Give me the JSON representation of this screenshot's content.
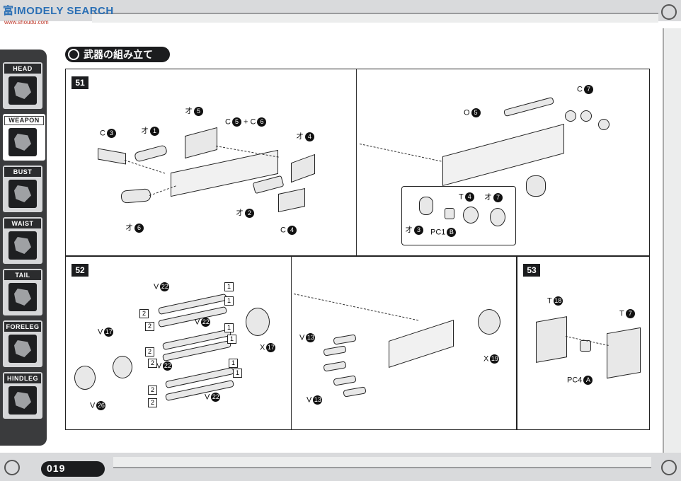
{
  "watermark": {
    "title": "富IMODELY SEARCH",
    "sub": "www.shoudu.com"
  },
  "sidebar": {
    "items": [
      {
        "label": "HEAD",
        "icon": "head-icon"
      },
      {
        "label": "WEAPON",
        "icon": "weapon-icon",
        "active": true
      },
      {
        "label": "BUST",
        "icon": "bust-icon"
      },
      {
        "label": "WAIST",
        "icon": "waist-icon"
      },
      {
        "label": "TAIL",
        "icon": "tail-icon"
      },
      {
        "label": "FORELEG",
        "icon": "foreleg-icon"
      },
      {
        "label": "HINDLEG",
        "icon": "hindleg-icon"
      }
    ]
  },
  "section_title": "武器の組み立て",
  "page_number": "019",
  "steps": {
    "s51": {
      "num": "51",
      "labels": {
        "c3": "C",
        "c3n": "3",
        "o1": "オ",
        "o1n": "1",
        "o5": "オ",
        "o5n": "5",
        "c5c6a": "C",
        "c5c6an": "5",
        "plus": "+",
        "c5c6b": "C",
        "c5c6bn": "6",
        "o4": "オ",
        "o4n": "4",
        "o6": "オ",
        "o6n": "6",
        "o2": "オ",
        "o2n": "2",
        "c4": "C",
        "c4n": "4",
        "rc7": "C",
        "rc7n": "7",
        "ro5": "O",
        "ro5n": "5",
        "t4": "T",
        "t4n": "4",
        "o7": "オ",
        "o7n": "7",
        "o3": "オ",
        "o3n": "3",
        "pc1b": "PC1",
        "pc1bn": "B"
      }
    },
    "s52": {
      "num": "52",
      "labels": {
        "v22a": "V",
        "v22an": "22",
        "v17": "V",
        "v17n": "17",
        "v22b": "V",
        "v22bn": "22",
        "v22c": "V",
        "v22cn": "22",
        "v22d": "V",
        "v22dn": "22",
        "x17": "X",
        "x17n": "17",
        "v26": "V",
        "v26n": "26",
        "v13a": "V",
        "v13an": "13",
        "v13b": "V",
        "v13bn": "13",
        "x19": "X",
        "x19n": "19",
        "box1": "1",
        "box2": "2"
      }
    },
    "s53": {
      "num": "53",
      "labels": {
        "t18": "T",
        "t18n": "18",
        "t7": "T",
        "t7n": "7",
        "pc4a": "PC4",
        "pc4an": "A"
      }
    }
  }
}
